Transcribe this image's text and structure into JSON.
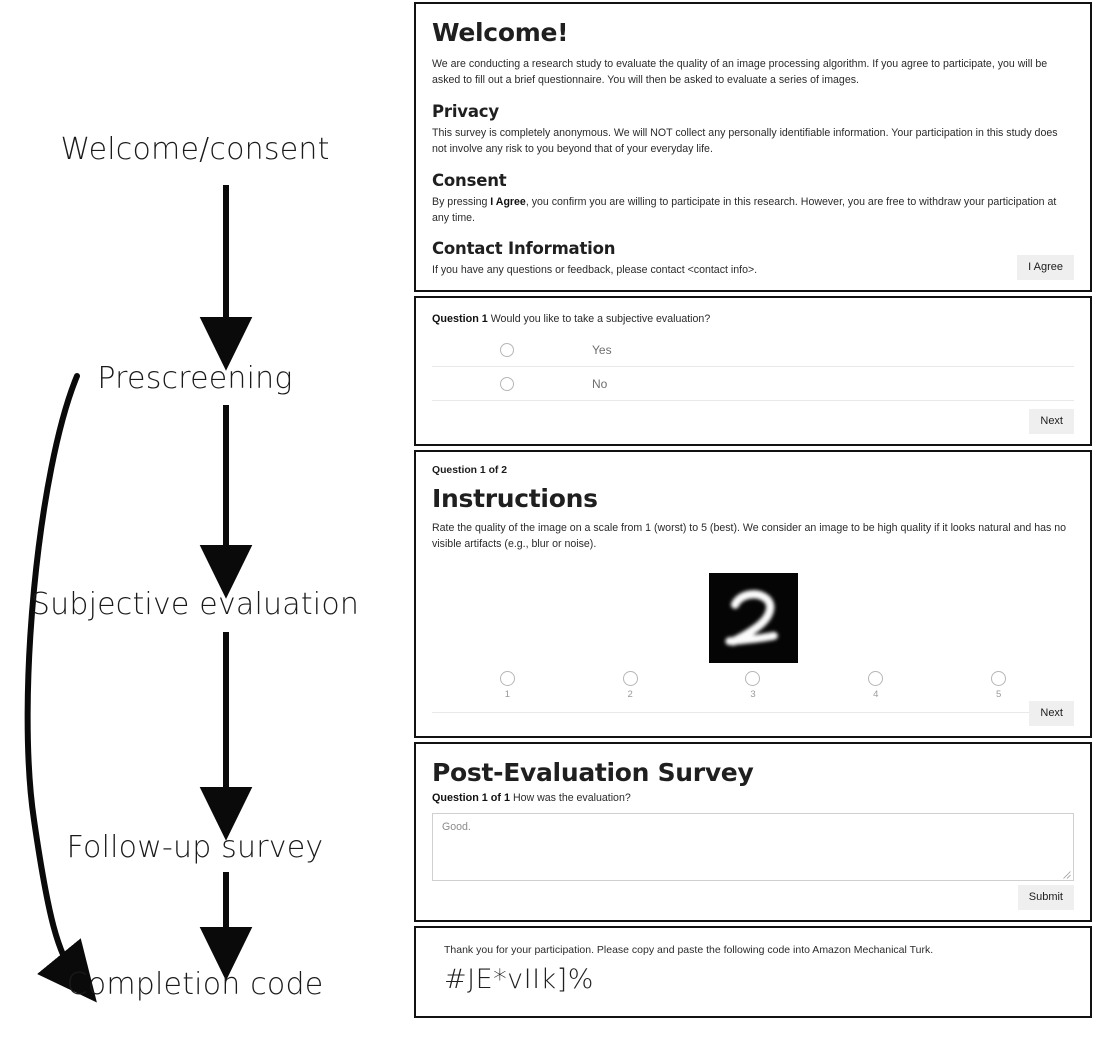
{
  "flowchart": {
    "steps": [
      {
        "label": "Welcome/consent"
      },
      {
        "label": "Prescreening"
      },
      {
        "label": "Subjective evaluation"
      },
      {
        "label": "Follow-up survey"
      },
      {
        "label": "Completion code"
      }
    ]
  },
  "welcome": {
    "title": "Welcome!",
    "intro": "We are conducting a research study to evaluate the quality of an image processing algorithm. If you agree to participate, you will be asked to fill out a brief questionnaire. You will then be asked to evaluate a series of images.",
    "privacy_heading": "Privacy",
    "privacy_text": "This survey is completely anonymous. We will NOT collect any personally identifiable information. Your participation in this study does not involve any risk to you beyond that of your everyday life.",
    "consent_heading": "Consent",
    "consent_text_before": "By pressing ",
    "consent_emphasis": "I Agree",
    "consent_text_after": ", you confirm you are willing to participate in this research. However, you are free to withdraw your participation at any time.",
    "contact_heading": "Contact Information",
    "contact_text": "If you have any questions or feedback, please contact <contact info>.",
    "agree_button": "I Agree"
  },
  "prescreening": {
    "question_label": "Question 1",
    "question_text": "Would you like to take a subjective evaluation?",
    "options": [
      "Yes",
      "No"
    ],
    "next_button": "Next"
  },
  "evaluation": {
    "progress": "Question 1 of 2",
    "title": "Instructions",
    "instructions": "Rate the quality of the image on a scale from 1 (worst) to 5 (best). We consider an image to be high quality if it looks natural and has no visible artifacts (e.g., blur or noise).",
    "stimulus_name": "mnist-digit-two-image",
    "scale": [
      "1",
      "2",
      "3",
      "4",
      "5"
    ],
    "next_button": "Next"
  },
  "post_survey": {
    "title": "Post-Evaluation Survey",
    "question_label": "Question 1 of 1",
    "question_text": "How was the evaluation?",
    "answer_placeholder": "Good.",
    "submit_button": "Submit"
  },
  "completion": {
    "thanks": "Thank you for your participation. Please copy and paste the following code into Amazon Mechanical Turk.",
    "code": "#JE*vIIk]%"
  },
  "colors": {
    "ink": "#1f1f1f",
    "muted": "#6e6e6e",
    "button_bg": "#efefef",
    "panel_border": "#111111",
    "stimulus_bg": "#050505"
  }
}
